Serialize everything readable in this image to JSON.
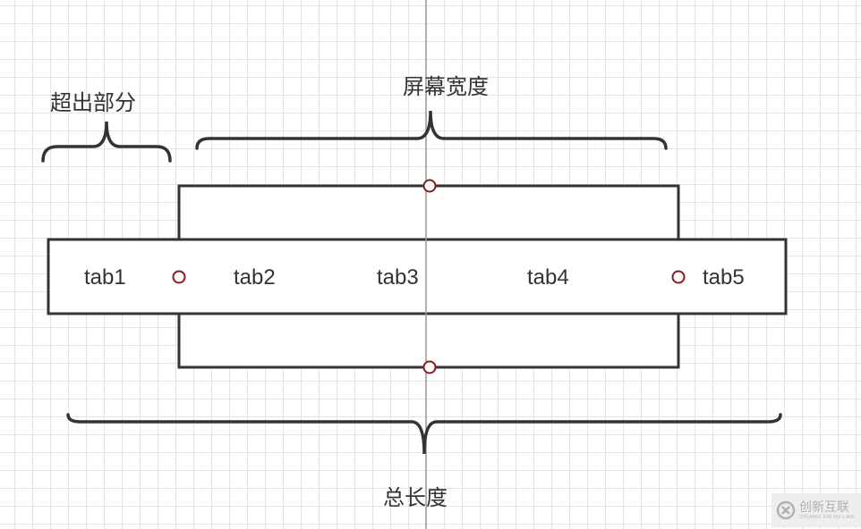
{
  "labels": {
    "overflow": "超出部分",
    "screen_width": "屏幕宽度",
    "total_length": "总长度"
  },
  "tabs": [
    "tab1",
    "tab2",
    "tab3",
    "tab4",
    "tab5"
  ],
  "watermark": {
    "text": "创新互联",
    "subtext": "CHUANG XIN HU LIAN"
  },
  "colors": {
    "stroke": "#333333",
    "marker": "#8b1a1a",
    "center_line": "#999999",
    "grid": "#e4e4e4"
  }
}
